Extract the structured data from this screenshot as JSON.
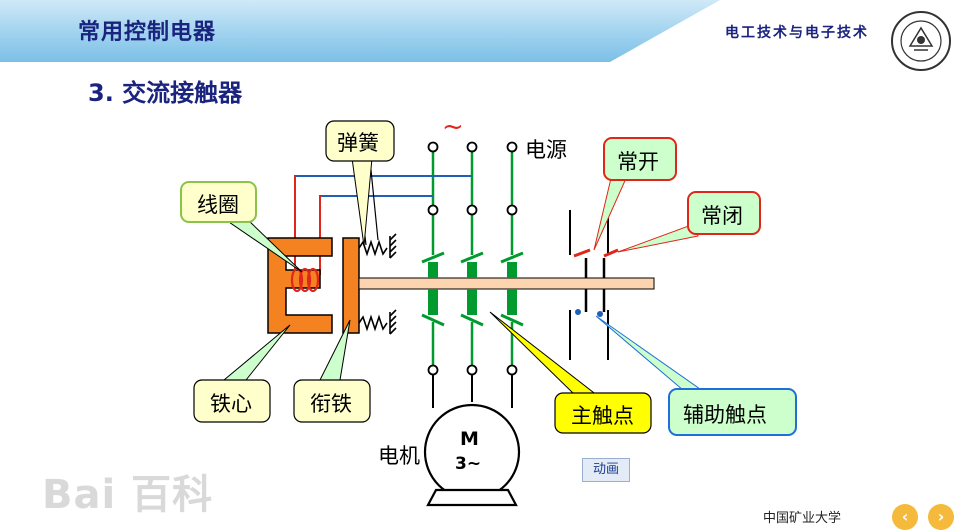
{
  "header": {
    "title": "常用控制电器",
    "right_text": "电工技术与电子技术"
  },
  "slide": {
    "title": "3. 交流接触器"
  },
  "labels": {
    "spring": "弹簧",
    "tilde_top": "~",
    "power": "电源",
    "normally_open": "常开",
    "normally_closed": "常闭",
    "coil": "线圈",
    "iron_core": "铁心",
    "armature": "衔铁",
    "main_contact": "主触点",
    "aux_contact": "辅助触点",
    "motor": "电机",
    "motor_m": "M",
    "motor_phase": "3~"
  },
  "buttons": {
    "animate": "动画"
  },
  "watermark": "Bai 百科",
  "footer": {
    "university": "中国矿业大学"
  },
  "colors": {
    "header_band": "#9fd2ef",
    "title_text": "#1a237e",
    "core_orange": "#f58220",
    "rod_peach": "#fcd5b0",
    "contact_green": "#009a2e",
    "coil_red": "#e0261b",
    "blue_wire": "#1f5fb5",
    "callout_yellow_bg": "#ffffcc",
    "callout_green_bg": "#ccffcc",
    "callout_red_border": "#e0261b",
    "callout_blue_border": "#1e6fd9",
    "main_contact_bg": "#ffff00"
  }
}
